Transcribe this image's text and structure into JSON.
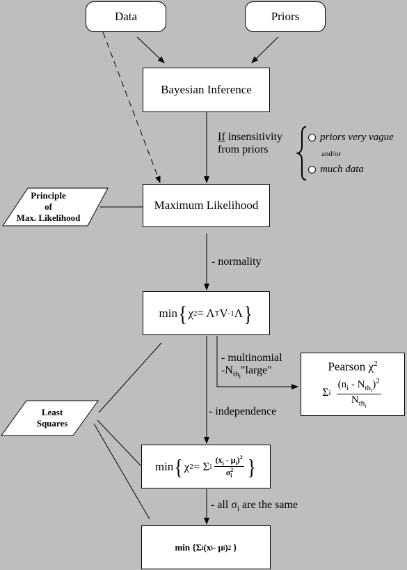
{
  "nodes": {
    "data": "Data",
    "priors": "Priors",
    "bayesian": "Bayesian Inference",
    "max_likelihood": "Maximum Likelihood",
    "principle": [
      "Principle",
      "of",
      "Max. Likelihood"
    ],
    "least_squares": [
      "Least",
      "Squares"
    ],
    "pearson_title": "Pearson χ",
    "pearson_title_exp": "2"
  },
  "labels": {
    "if_word": "If",
    "insensitivity": " insensitivity",
    "from_priors": "from priors",
    "priors_vague": "priors very vague",
    "and_or": "and/or",
    "much_data": "much data",
    "normality": "- normality",
    "multinomial": "- multinomial",
    "nth_large_prefix": "-N",
    "nth_large_sub": "th",
    "nth_large_subsub": "i",
    "nth_large_suffix": "\"large\"",
    "independence": "- independence",
    "all_sigma_prefix": "- all σ",
    "all_sigma_sub": "i",
    "all_sigma_suffix": " are the same"
  },
  "formulas": {
    "f1_min": "min",
    "f1_body": "χ",
    "f1_exp": "2",
    "f1_rhs": " = Λ",
    "f1_T": "T",
    "f1_V": "V",
    "f1_inv": "-1",
    "f1_L": "Λ",
    "f2_min": "min",
    "f2_chi": "χ",
    "f2_exp": "2",
    "f2_eq": " = Σ",
    "f2_sub": "i",
    "f2_num": "(x",
    "f2_num_sub": "i",
    "f2_num_mid": " - μ",
    "f2_num_sub2": "i",
    "f2_num_end": ")",
    "f2_num_exp": "2",
    "f2_den": "σ",
    "f2_den_sub": "i",
    "f2_den_exp": "2",
    "f3_min": "min",
    "f3_body": "Σ",
    "f3_sub": "i",
    "f3_mid": " (x",
    "f3_sub2": "i",
    "f3_mu": " - μ",
    "f3_sub3": "i",
    "f3_end": ")",
    "f3_exp": "2",
    "p_sigma": "Σ",
    "p_sigma_sub": "i",
    "p_num": "(n",
    "p_num_sub": "i",
    "p_num_mid": " - N",
    "p_num_sub2": "th",
    "p_num_subsub": "i",
    "p_num_end": ")",
    "p_num_exp": "2",
    "p_den": "N",
    "p_den_sub": "th",
    "p_den_subsub": "i"
  }
}
